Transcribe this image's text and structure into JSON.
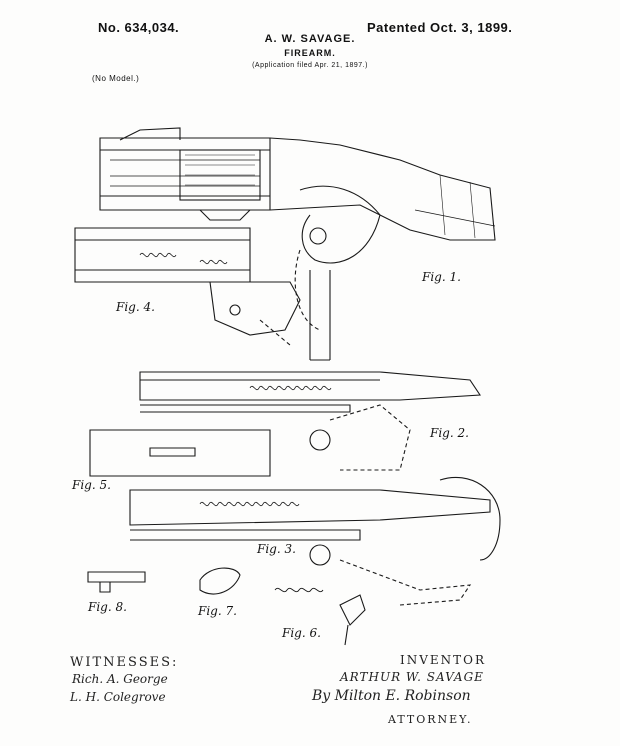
{
  "header": {
    "patent_number": "No. 634,034.",
    "patent_date": "Patented Oct. 3, 1899.",
    "inventor": "A. W. SAVAGE.",
    "title": "FIREARM.",
    "application": "(Application filed Apr. 21, 1897.)",
    "model_note": "(No Model.)"
  },
  "figures": {
    "fig1": "Fig. 1.",
    "fig2": "Fig. 2.",
    "fig3": "Fig. 3.",
    "fig4": "Fig. 4.",
    "fig5": "Fig. 5.",
    "fig6": "Fig. 6.",
    "fig7": "Fig. 7.",
    "fig8": "Fig. 8."
  },
  "signatures": {
    "witnesses_label": "WITNESSES:",
    "witness_1": "Rich. A. George",
    "witness_2": "L. H. Colegrove",
    "inventor_label": "INVENTOR",
    "inventor_name": "ARTHUR W. SAVAGE",
    "by_line": "By Milton E. Robinson",
    "attorney_label": "ATTORNEY."
  }
}
